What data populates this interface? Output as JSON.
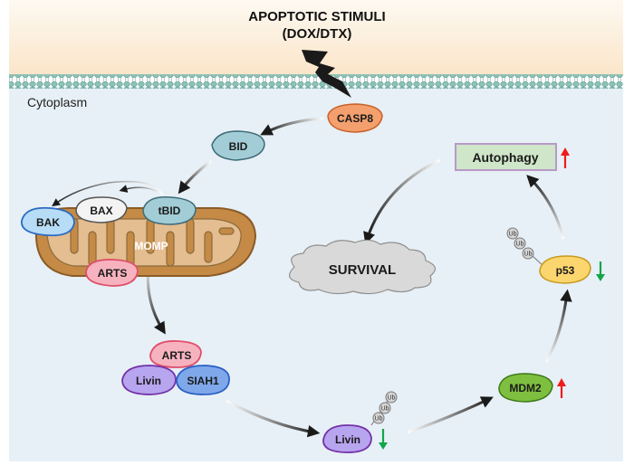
{
  "title": {
    "line1": "APOPTOTIC STIMULI",
    "line2": "(DOX/DTX)"
  },
  "compartment_label": "Cytoplasm",
  "nodes": {
    "casp8": "CASP8",
    "bid": "BID",
    "tbid": "tBID",
    "bax": "BAX",
    "bak": "BAK",
    "momp": "MOMP",
    "arts_mito": "ARTS",
    "arts_complex": "ARTS",
    "livin_complex": "Livin",
    "siah1": "SIAH1",
    "livin": "Livin",
    "mdm2": "MDM2",
    "p53": "p53",
    "autophagy": "Autophagy",
    "survival": "SURVIVAL"
  },
  "ubiquitin_label": "Ub",
  "regulation": {
    "livin": "down",
    "mdm2": "up",
    "p53": "down",
    "autophagy": "up"
  },
  "colors": {
    "extracellular_top": "#fdf7ec",
    "extracellular_bottom": "#fbe6cc",
    "cytoplasm": "#e7f0f6",
    "membrane": "#7fb7ad",
    "casp8": "#f4a06e",
    "bid": "#a3cdd6",
    "bak": "#b7dcf5",
    "bax": "#f3f3f3",
    "arts": "#f6b3bf",
    "livin": "#b7a5ef",
    "siah1": "#7ea8ea",
    "mdm2": "#7fbf3f",
    "p53": "#fbd56e",
    "autophagy_fill": "#cfe6c9",
    "autophagy_border": "#b79ac8",
    "survival": "#d9d9d9",
    "mito_outer": "#c58a45",
    "mito_inner": "#e4bd91",
    "up_arrow": "#ee1c1c",
    "down_arrow": "#12a54a"
  }
}
